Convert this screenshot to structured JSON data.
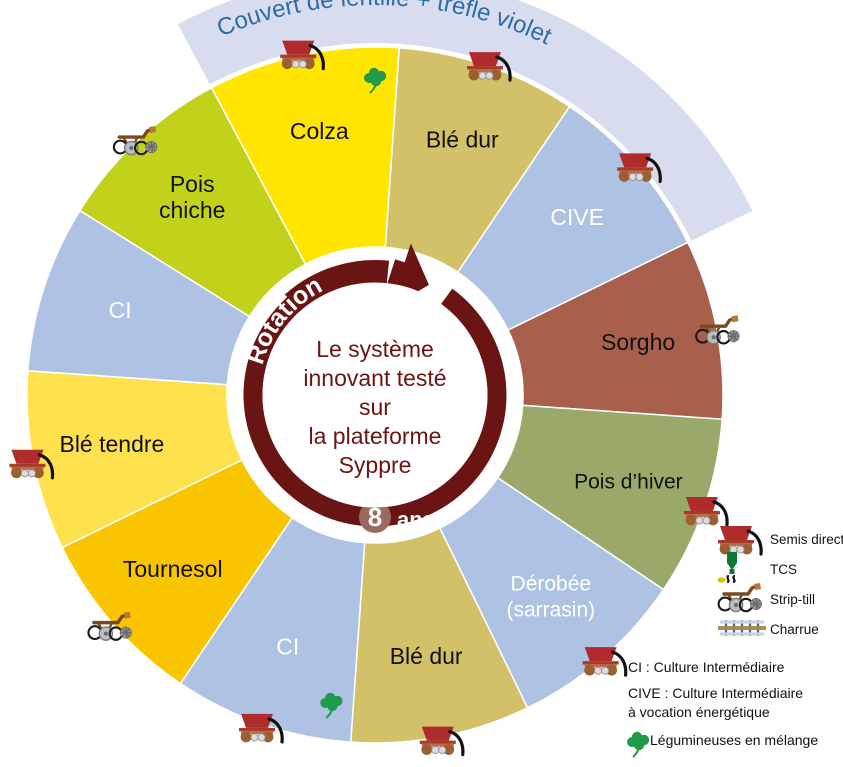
{
  "diagram": {
    "title_lines": [
      "Le système",
      "innovant testé",
      "sur",
      "la plateforme",
      "Syppre"
    ],
    "rotation_label": "Rotation",
    "duration_number": "8",
    "duration_unit": "ans",
    "outer_band_label": "Couvert de lentille + trèfle violet",
    "colors": {
      "ci_blue": "#aec3e3",
      "band_lavender": "#d7ddef",
      "wheat_yellow": "#ffe14d",
      "sunflower_yellow": "#f9c500",
      "pea_olive": "#c2d21a",
      "colza_yellow": "#ffe500",
      "durum_khaki": "#d3c169",
      "sorghum_brown": "#a8604d",
      "winterpea_olive": "#9aa86a",
      "ring_darkred": "#6b1414",
      "text_blue": "#2f6ca8",
      "clover_green": "#1f9b4a",
      "seeder_red": "#b02b2b"
    },
    "sectors": [
      {
        "label": "Pois chiche",
        "label_lines": [
          "Pois",
          "chiche"
        ],
        "fill": "#c2d21a",
        "text_color": "#111111",
        "start": -58,
        "end": -28,
        "tool": "strip-till",
        "legume": false
      },
      {
        "label": "Colza",
        "label_lines": [
          "Colza"
        ],
        "fill": "#ffe500",
        "text_color": "#111111",
        "start": -28,
        "end": 4,
        "tool": "semis-direct",
        "legume": true
      },
      {
        "label": "Blé dur",
        "label_lines": [
          "Blé dur"
        ],
        "fill": "#d3c169",
        "text_color": "#111111",
        "start": 4,
        "end": 34,
        "tool": "semis-direct",
        "legume": false
      },
      {
        "label": "CIVE",
        "label_lines": [
          "CIVE"
        ],
        "fill": "#aec3e3",
        "text_color": "#ffffff",
        "start": 34,
        "end": 64,
        "tool": "semis-direct",
        "legume": false
      },
      {
        "label": "Sorgho",
        "label_lines": [
          "Sorgho"
        ],
        "fill": "#a8604d",
        "text_color": "#111111",
        "start": 64,
        "end": 94,
        "tool": "strip-till",
        "legume": false
      },
      {
        "label": "Pois d'hiver",
        "label_lines": [
          "Pois d’hiver"
        ],
        "fill": "#9aa86a",
        "text_color": "#111111",
        "start": 94,
        "end": 124,
        "tool": "semis-direct",
        "legume": false
      },
      {
        "label": "Dérobée (sarrasin)",
        "label_lines": [
          "Dérobée",
          "(sarrasin)"
        ],
        "fill": "#aec3e3",
        "text_color": "#ffffff",
        "start": 124,
        "end": 154,
        "tool": "semis-direct",
        "legume": false
      },
      {
        "label": "Blé dur",
        "label_lines": [
          "Blé dur"
        ],
        "fill": "#d3c169",
        "text_color": "#111111",
        "start": 154,
        "end": 184,
        "tool": "semis-direct",
        "legume": false
      },
      {
        "label": "CI",
        "label_lines": [
          "CI"
        ],
        "fill": "#aec3e3",
        "text_color": "#ffffff",
        "start": 184,
        "end": 214,
        "tool": "semis-direct",
        "legume": true
      },
      {
        "label": "Tournesol",
        "label_lines": [
          "Tournesol"
        ],
        "fill": "#f9c500",
        "text_color": "#111111",
        "start": 214,
        "end": 244,
        "tool": "strip-till",
        "legume": false
      },
      {
        "label": "Blé tendre",
        "label_lines": [
          "Blé tendre"
        ],
        "fill": "#ffe14d",
        "text_color": "#111111",
        "start": 244,
        "end": 274,
        "tool": "semis-direct",
        "legume": false
      },
      {
        "label": "CI",
        "label_lines": [
          "CI"
        ],
        "fill": "#aec3e3",
        "text_color": "#ffffff",
        "start": 274,
        "end": 302,
        "tool": "none",
        "legume": false
      }
    ]
  },
  "legend": {
    "tools": [
      {
        "name": "semis-direct",
        "label": "Semis direct"
      },
      {
        "name": "tcs",
        "label": "TCS"
      },
      {
        "name": "strip-till",
        "label": "Strip-till"
      },
      {
        "name": "charrue",
        "label": "Charrue"
      }
    ],
    "notes": [
      "CI : Culture Intermédiaire",
      "CIVE : Culture Intermédiaire",
      "à vocation énergétique"
    ],
    "legume_note": "Légumineuses en mélange"
  }
}
